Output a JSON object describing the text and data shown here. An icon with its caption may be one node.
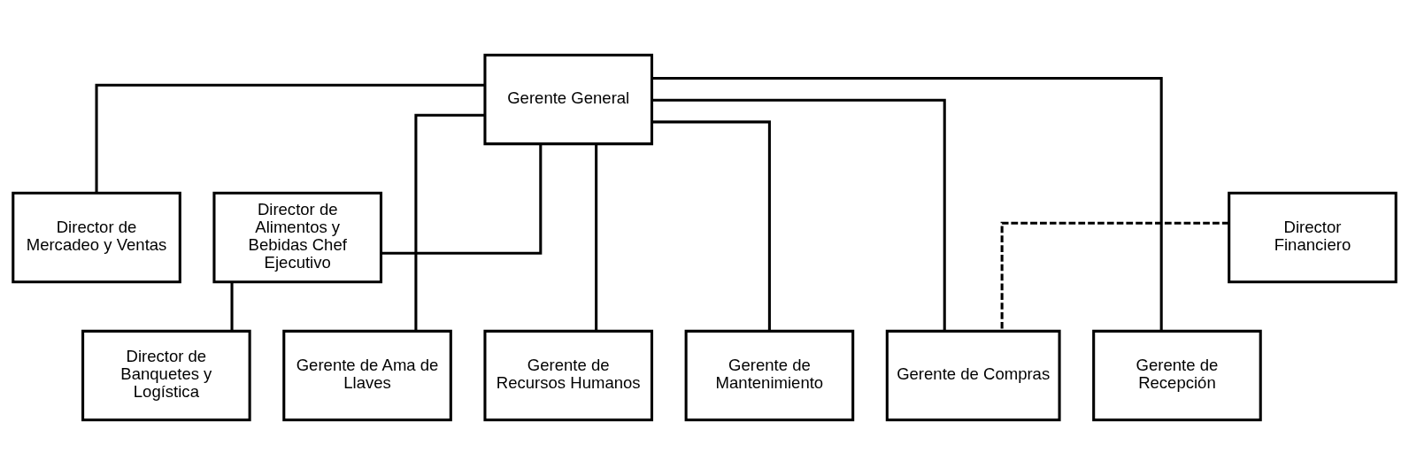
{
  "diagram": {
    "nodes": [
      {
        "text": [
          "Gerente General"
        ]
      },
      {
        "text": [
          "Director de Mercadeo y Ventas"
        ]
      },
      {
        "text": [
          "Director de Alimentos y Bebidas Chef Ejecutivo"
        ]
      },
      {
        "text": [
          "Director Financiero"
        ]
      },
      {
        "text": [
          "Gerente de Ama de Llaves"
        ]
      },
      {
        "text": [
          "Gerente de Recursos Humanos"
        ]
      },
      {
        "text": [
          "Gerente de Mantenimiento"
        ]
      },
      {
        "text": [
          "Director de Banquetes y Logística"
        ]
      },
      {
        "text": [
          "Gerente de Compras"
        ]
      },
      {
        "text": [
          "Gerente de Recepción"
        ]
      }
    ],
    "edges": [
      {
        "from": 0,
        "to": 4,
        "arrow": "none"
      },
      {
        "from": 0,
        "to": 1,
        "arrow": "none"
      },
      {
        "from": 0,
        "to": 5,
        "arrow": "none"
      },
      {
        "from": 0,
        "to": 6,
        "arrow": "none"
      },
      {
        "from": 0,
        "to": 2,
        "arrow": "none"
      },
      {
        "from": 2,
        "to": 7,
        "arrow": "none"
      },
      {
        "from": 0,
        "to": 8,
        "arrow": "none"
      },
      {
        "from": 0,
        "to": 9,
        "arrow": "none"
      },
      {
        "from": 3,
        "to": 8,
        "arrow": "none",
        "style": "dashed"
      }
    ]
  }
}
